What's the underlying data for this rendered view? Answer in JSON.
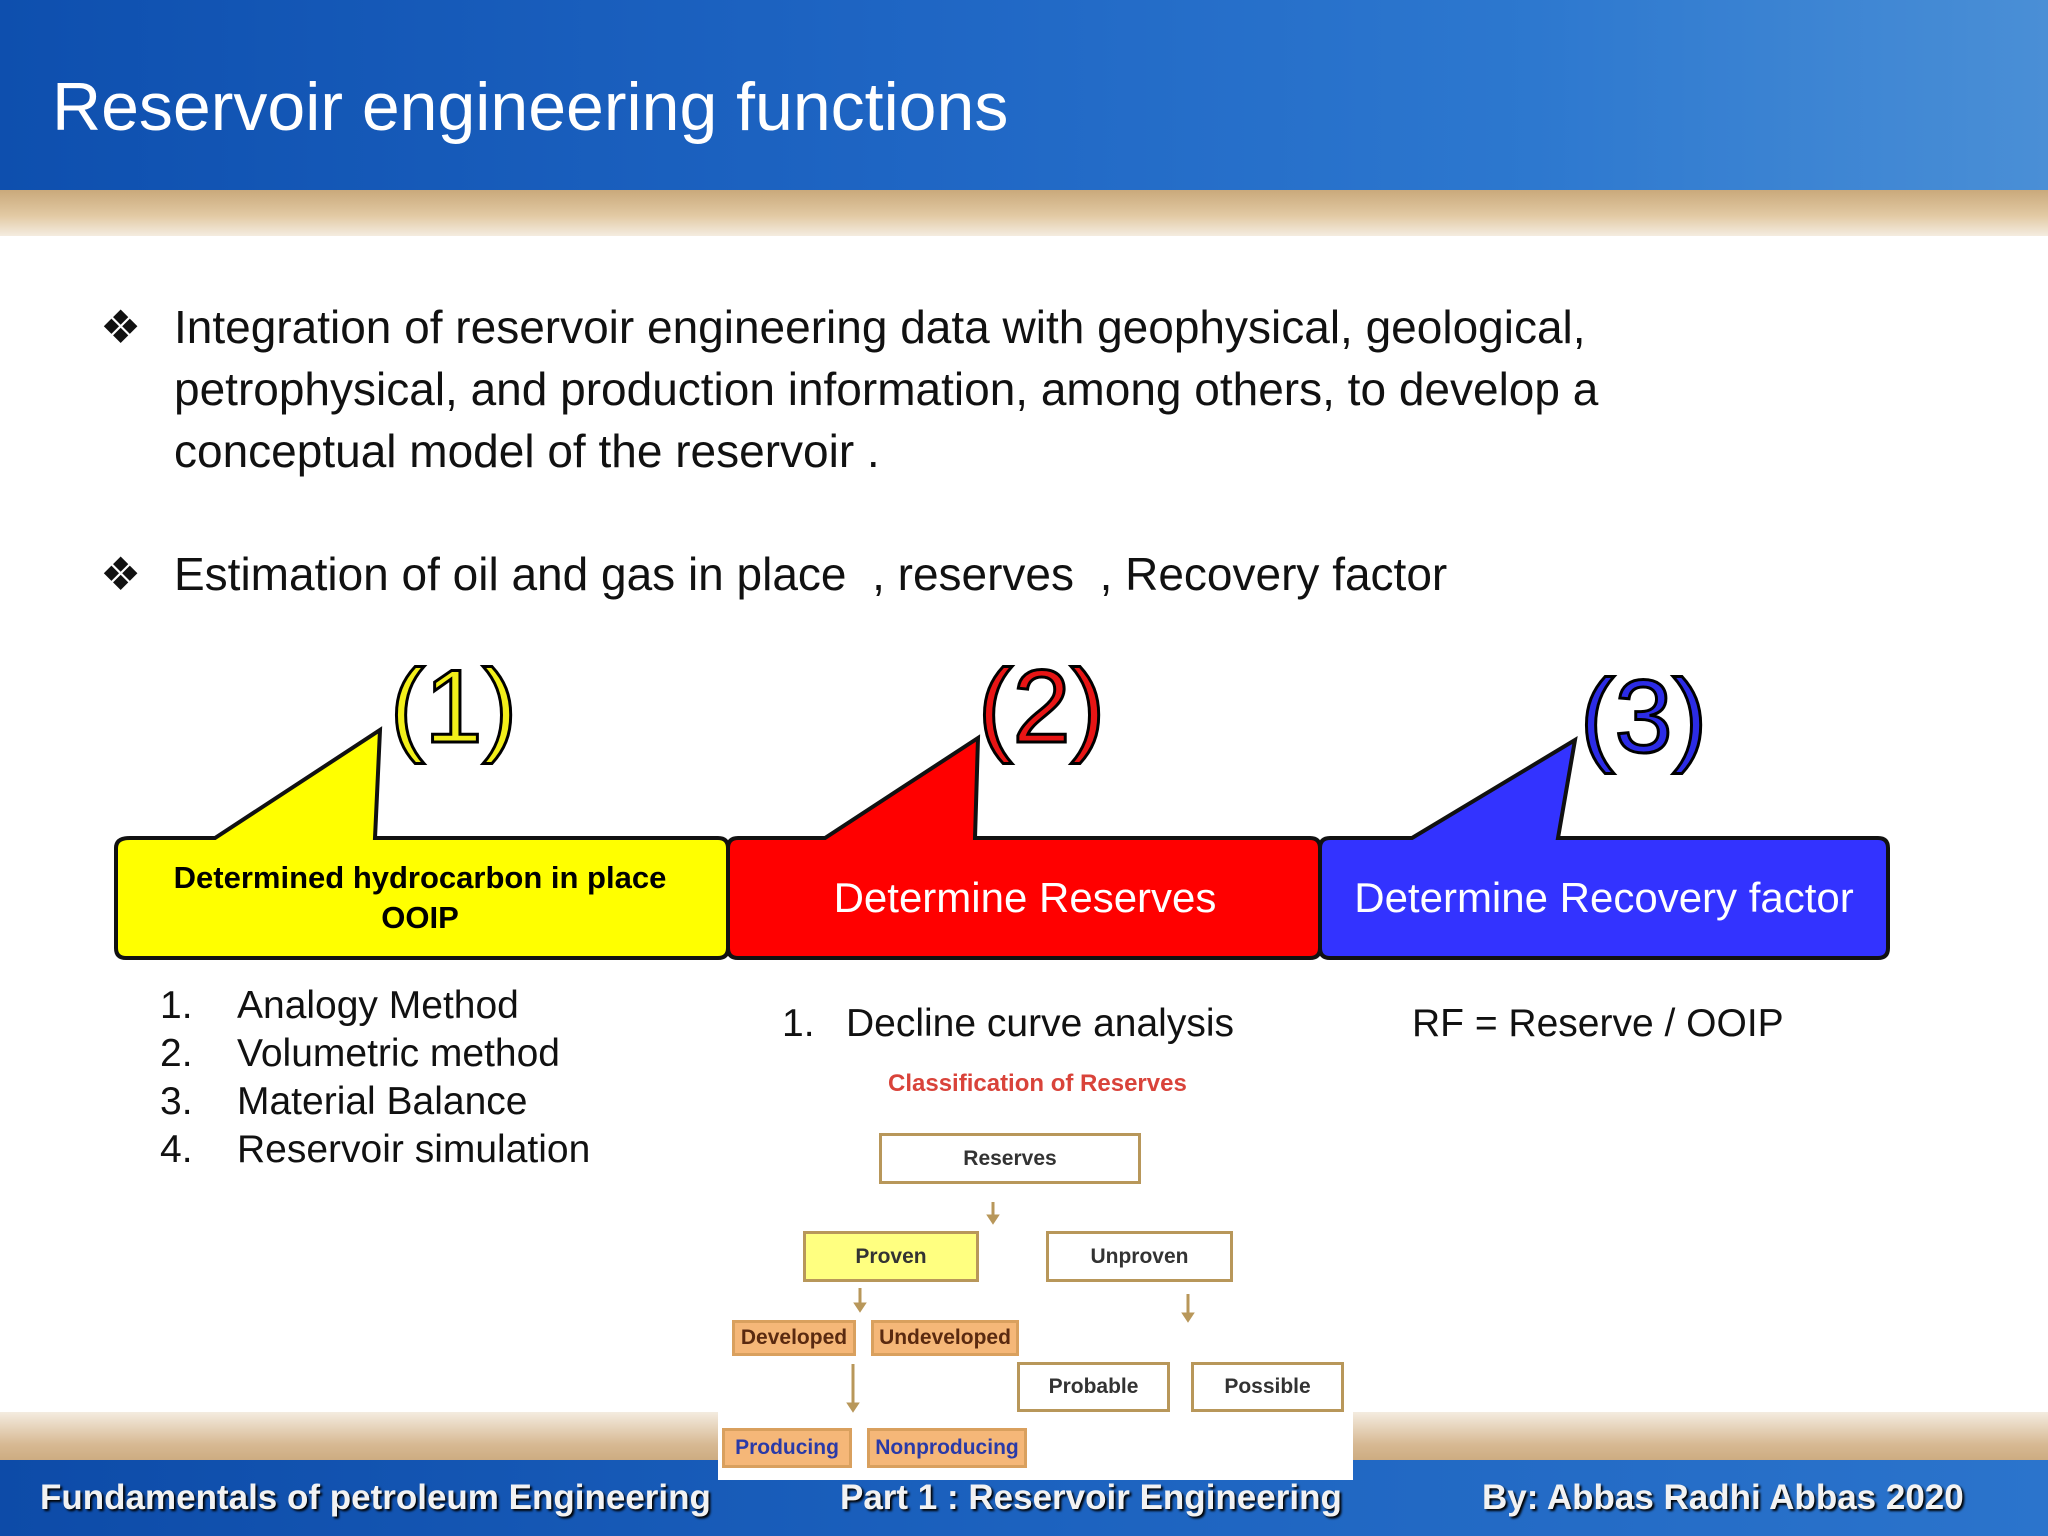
{
  "header": {
    "title": "Reservoir engineering functions"
  },
  "bullets": [
    {
      "icon": "diamond-bullet-icon",
      "lines": [
        "Integration of reservoir engineering data with geophysical, geological,",
        "petrophysical, and production information, among others, to develop a",
        "conceptual model of the reservoir ."
      ]
    },
    {
      "icon": "diamond-bullet-icon",
      "lines": [
        "Estimation of oil and gas in place  , reserves  , Recovery factor"
      ]
    }
  ],
  "callouts": [
    {
      "number": "(1)",
      "line1": "Determined hydrocarbon in place",
      "line2": "OOIP",
      "color": "#ffff00",
      "number_color": "#f2ef1a"
    },
    {
      "number": "(2)",
      "label": "Determine Reserves",
      "color": "#ff0000",
      "number_color": "#e81515"
    },
    {
      "number": "(3)",
      "label": "Determine Recovery factor",
      "color": "#3333ff",
      "number_color": "#2c2ce6"
    }
  ],
  "methods_ooip": [
    {
      "n": "1.",
      "text": "Analogy Method"
    },
    {
      "n": "2.",
      "text": "Volumetric method"
    },
    {
      "n": "3.",
      "text": "Material Balance"
    },
    {
      "n": "4.",
      "text": "Reservoir simulation"
    }
  ],
  "methods_reserves": [
    {
      "n": "1.",
      "text": "Decline curve analysis"
    }
  ],
  "rf_formula": "RF = Reserve / OOIP",
  "classification": {
    "title": "Classification of Reserves",
    "reserves": "Reserves",
    "proven": "Proven",
    "unproven": "Unproven",
    "developed": "Developed",
    "undeveloped": "Undeveloped",
    "probable": "Probable",
    "possible": "Possible",
    "producing": "Producing",
    "nonproducing": "Nonproducing"
  },
  "footer": {
    "left": "Fundamentals of petroleum Engineering",
    "center": "Part 1 :  Reservoir Engineering",
    "right": "By: Abbas Radhi Abbas  2020"
  }
}
